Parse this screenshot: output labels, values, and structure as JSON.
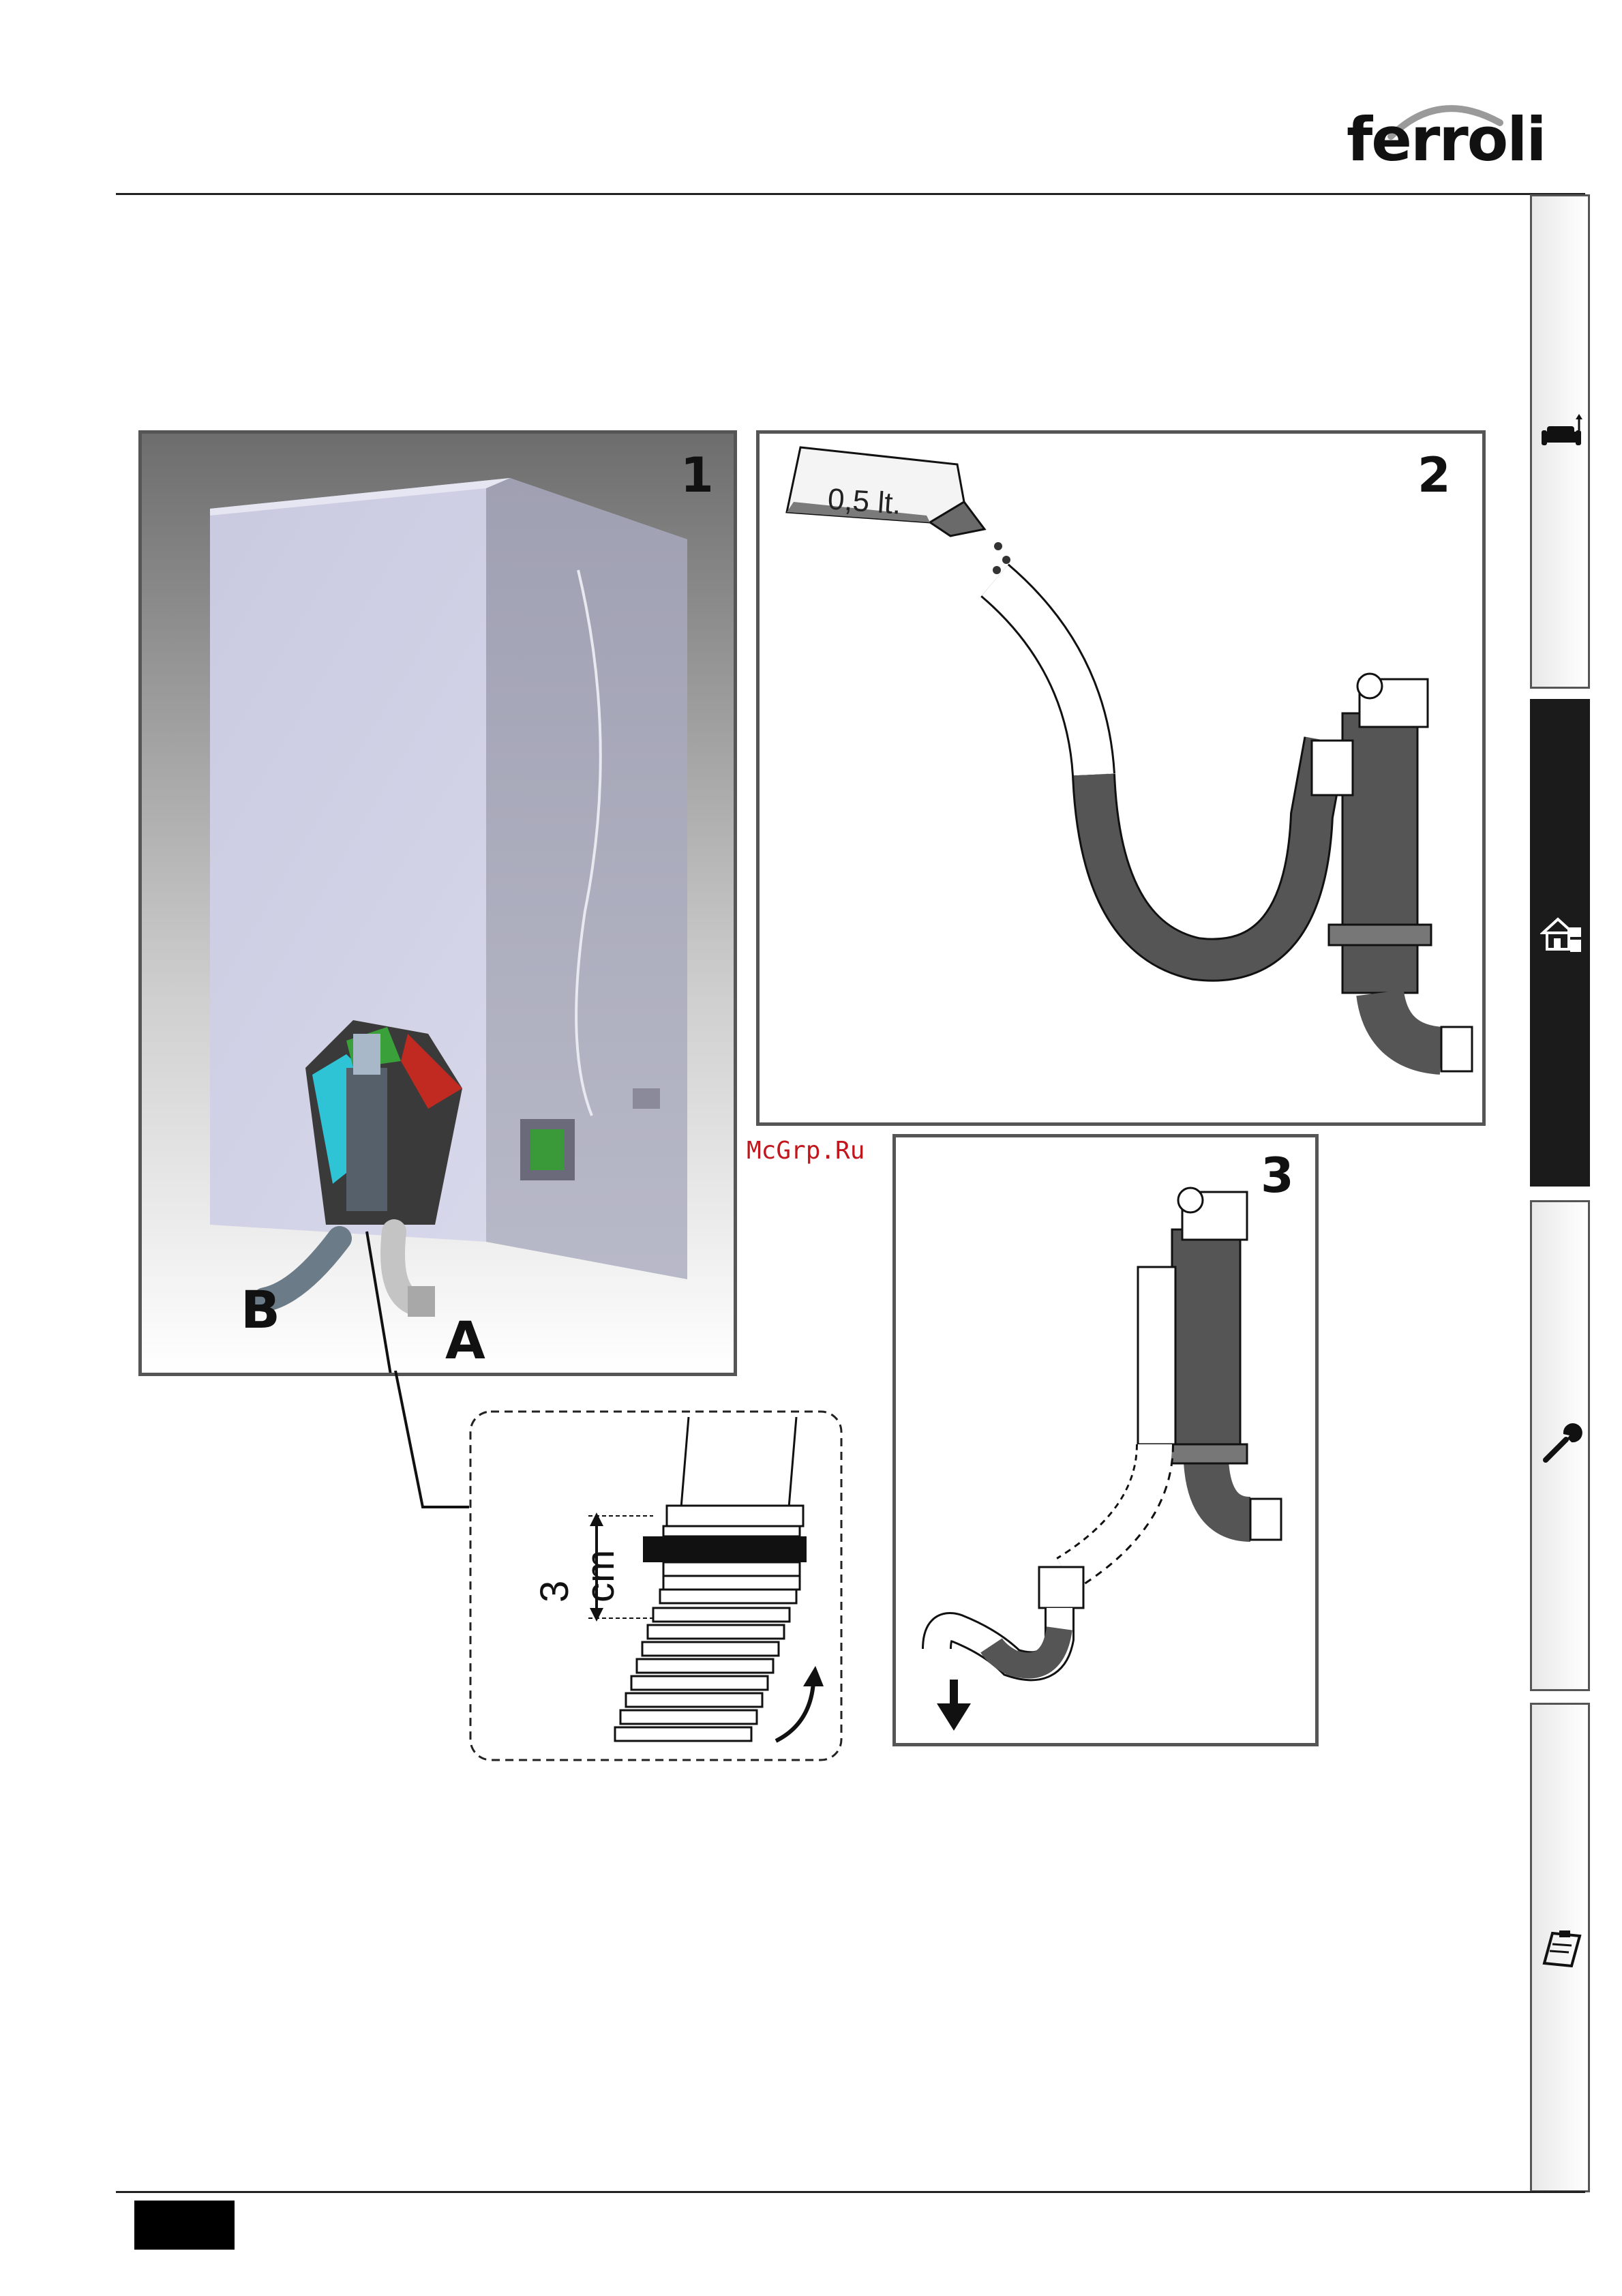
{
  "brand": {
    "logo_text": "ferroli"
  },
  "watermark": "McGrp.Ru",
  "figures": [
    {
      "number": "1",
      "labels": {
        "a": "A",
        "b": "B"
      }
    },
    {
      "number": "2",
      "bottle_label": "0,5 lt."
    },
    {
      "number": "3"
    }
  ],
  "detail": {
    "measure_label": "3 cm"
  },
  "side_tabs": [
    {
      "icon": "user-sofa-icon",
      "active": false
    },
    {
      "icon": "installer-house-icon",
      "active": true
    },
    {
      "icon": "wrench-icon",
      "active": false
    },
    {
      "icon": "clipboard-icon",
      "active": false
    }
  ],
  "colors": {
    "active_tab": "#1b1b1b",
    "watermark": "#c0161c",
    "boiler_panel_bg": "#7a7a7a"
  }
}
